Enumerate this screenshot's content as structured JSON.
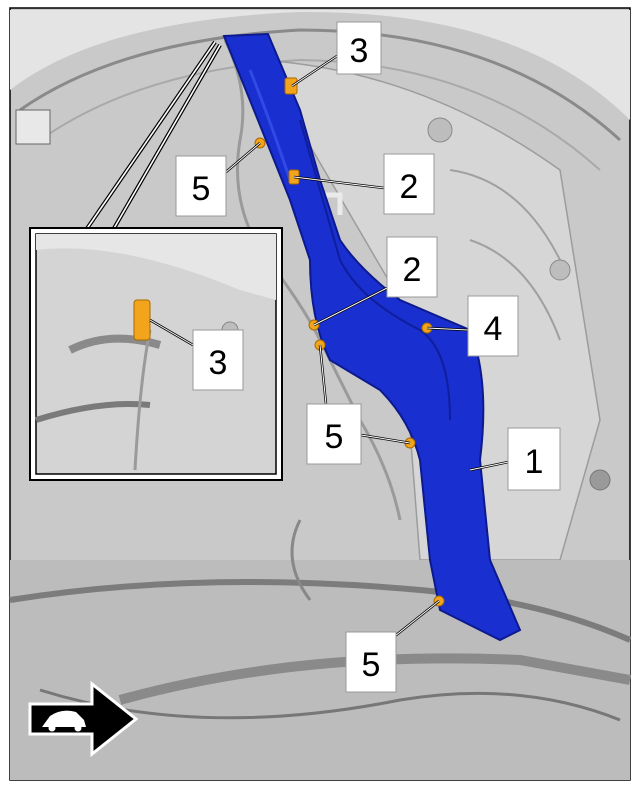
{
  "colors": {
    "part_blue": "#1a2fcf",
    "part_blue_dark": "#0c1a8e",
    "clip_orange": "#f2a41c",
    "background_gray": "#c9c9c9",
    "label_fill": "#ffffff",
    "label_text": "#000000"
  },
  "callouts": [
    {
      "id": "callout-3-top",
      "text": "3"
    },
    {
      "id": "callout-5-upper-left",
      "text": "5"
    },
    {
      "id": "callout-2-upper",
      "text": "2"
    },
    {
      "id": "callout-2-middle",
      "text": "2"
    },
    {
      "id": "callout-4",
      "text": "4"
    },
    {
      "id": "callout-3-inset",
      "text": "3"
    },
    {
      "id": "callout-5-middle",
      "text": "5"
    },
    {
      "id": "callout-1",
      "text": "1"
    },
    {
      "id": "callout-5-bottom",
      "text": "5"
    }
  ],
  "icons": {
    "direction": "vehicle-front-arrow-icon"
  }
}
